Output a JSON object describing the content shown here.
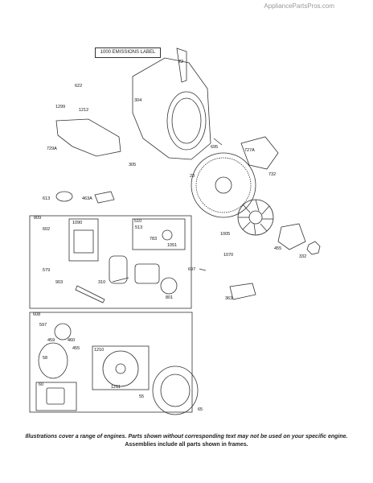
{
  "header": {
    "site": "AppliancePartsPros.com"
  },
  "emissions_label": "1000 EMISSIONS LABEL",
  "parts": [
    {
      "label": "22"
    },
    {
      "label": "622"
    },
    {
      "label": "1299"
    },
    {
      "label": "1212"
    },
    {
      "label": "304"
    },
    {
      "label": "729A"
    },
    {
      "label": "305"
    },
    {
      "label": "695"
    },
    {
      "label": "727A"
    },
    {
      "label": "732"
    },
    {
      "label": "23"
    },
    {
      "label": "613"
    },
    {
      "label": "463A"
    },
    {
      "label": "809"
    },
    {
      "label": "1090"
    },
    {
      "label": "602"
    },
    {
      "label": "510"
    },
    {
      "label": "513"
    },
    {
      "label": "783"
    },
    {
      "label": "1051"
    },
    {
      "label": "1005"
    },
    {
      "label": "455"
    },
    {
      "label": "332"
    },
    {
      "label": "1070"
    },
    {
      "label": "579"
    },
    {
      "label": "903"
    },
    {
      "label": "310"
    },
    {
      "label": "801"
    },
    {
      "label": "697"
    },
    {
      "label": "363"
    },
    {
      "label": "608"
    },
    {
      "label": "597"
    },
    {
      "label": "459"
    },
    {
      "label": "460"
    },
    {
      "label": "58"
    },
    {
      "label": "455"
    },
    {
      "label": "1210"
    },
    {
      "label": "1211"
    },
    {
      "label": "55"
    },
    {
      "label": "60"
    },
    {
      "label": "65"
    }
  ],
  "footer": {
    "line1": "Illustrations cover a range of engines. Parts shown without corresponding text may not be used on your specific engine.",
    "line2": "Assemblies include all parts shown in frames."
  }
}
